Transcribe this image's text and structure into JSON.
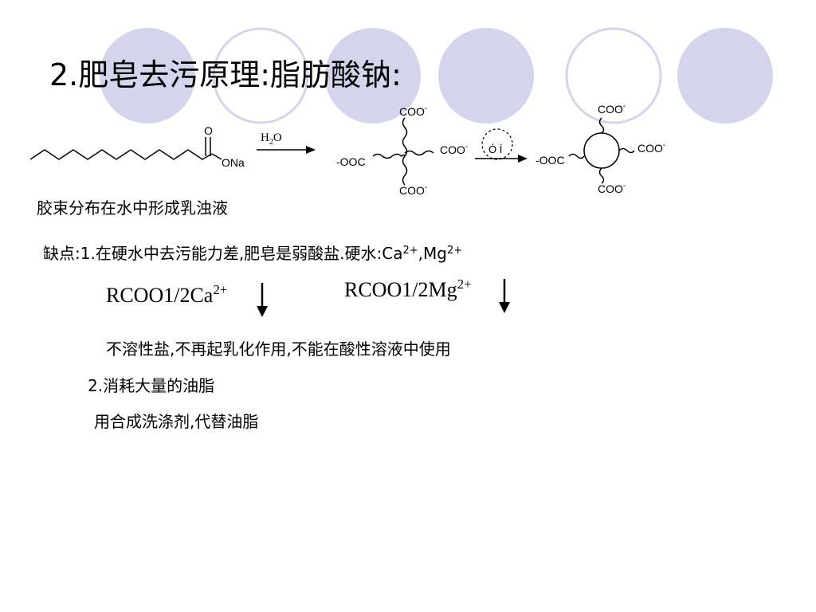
{
  "title": "2.肥皂去污原理:脂肪酸钠:",
  "scheme": {
    "carbonyl_o": "O",
    "ona": "ONa",
    "arrow_label_h": "H",
    "arrow_label_2": "2",
    "arrow_label_o": "O",
    "coo": "COO",
    "minus": "-",
    "ooc": "-OOC",
    "circle_label": "Ó Í"
  },
  "line1": "胶束分布在水中形成乳浊液",
  "defect": {
    "text": "缺点:1.在硬水中去污能力差,肥皂是弱酸盐.硬水:Ca",
    "ca_charge": "2+",
    "mg": ",Mg",
    "mg_charge": "2+"
  },
  "formula_ca": {
    "base": "RCOO1/2Ca",
    "charge": "2+"
  },
  "formula_mg": {
    "base": "RCOO1/2Mg",
    "charge": "2+"
  },
  "line_insoluble": "不溶性盐,不再起乳化作用,不能在酸性溶液中使用",
  "line_consume": "2.消耗大量的油脂",
  "line_replace": "用合成洗涤剂,代替油脂",
  "colors": {
    "circle_fill": "#d4d4ec",
    "circle_stroke": "#d4d4ec"
  }
}
